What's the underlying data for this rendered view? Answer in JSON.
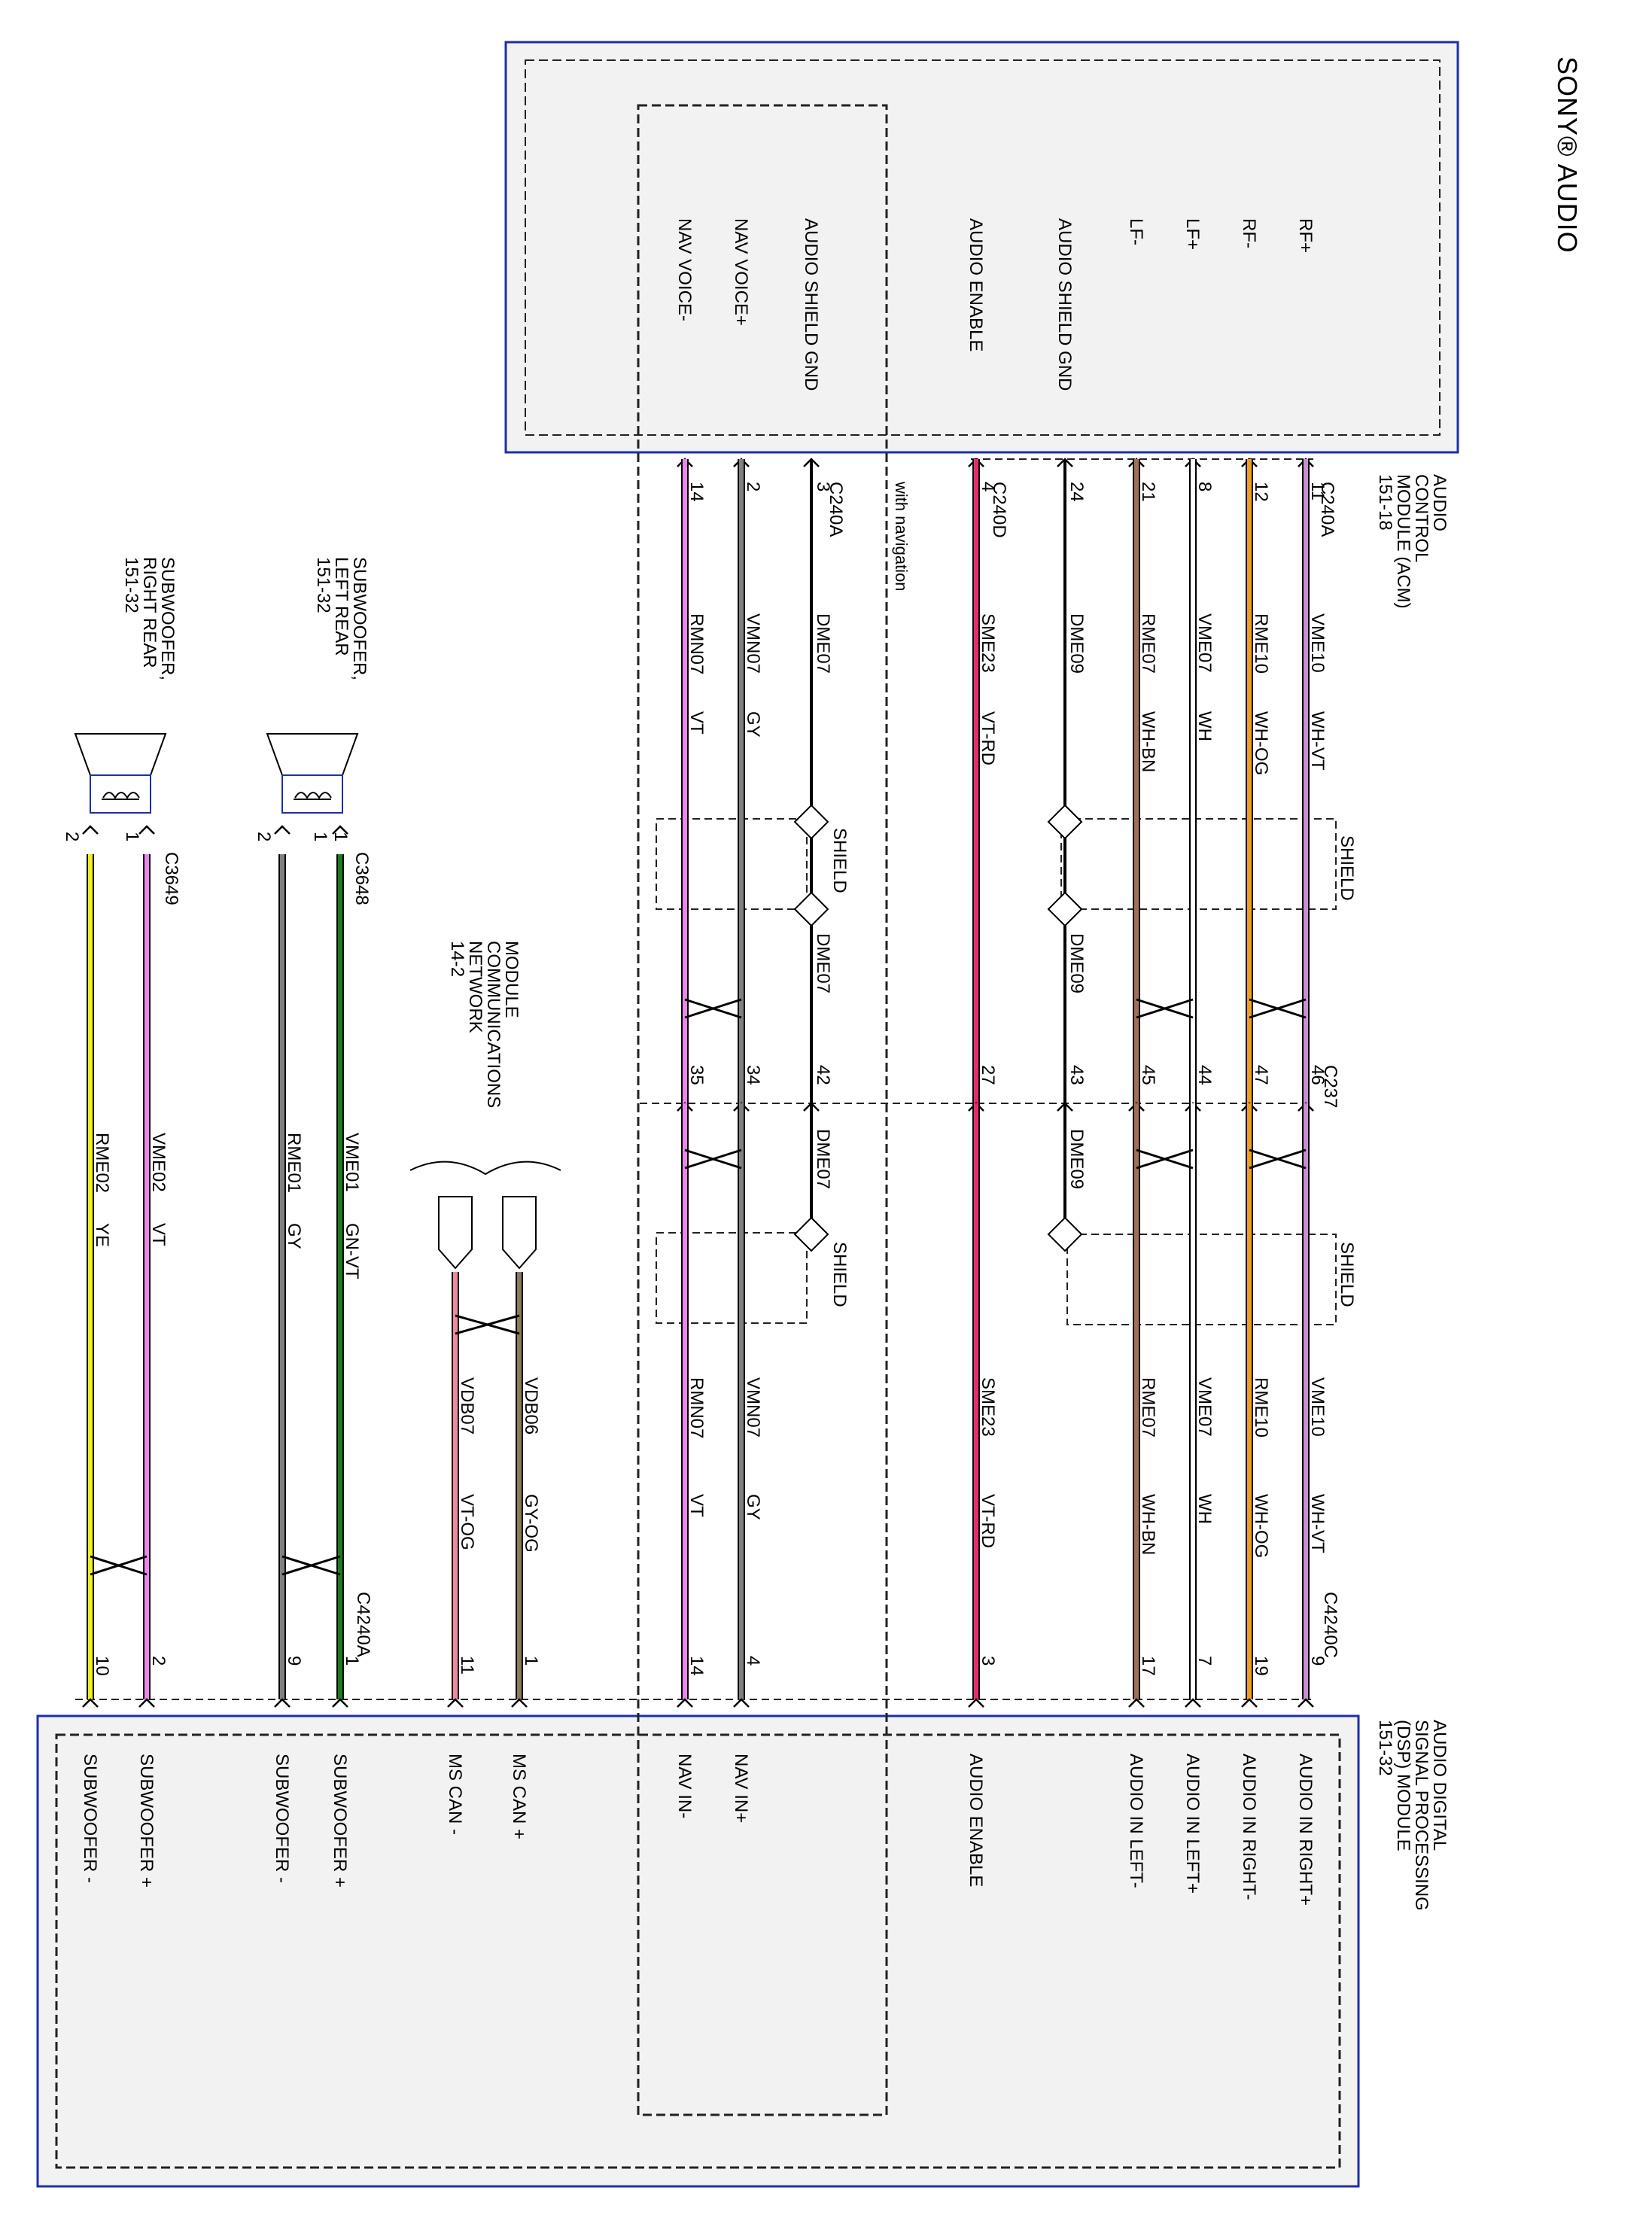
{
  "title": "SONY® AUDIO",
  "acm": {
    "name_lines": [
      "AUDIO",
      "CONTROL",
      "MODULE (ACM)",
      "151-18"
    ],
    "connector_a": "C240A",
    "connector_d": "C240D",
    "with_navigation": "with navigation"
  },
  "dsp": {
    "name_lines": [
      "AUDIO DIGITAL",
      "SIGNAL PROCESSING",
      "(DSP) MODULE",
      "151-32"
    ],
    "connector": "C4240C",
    "sub_connector": "C4240A"
  },
  "inline_connector": "C237",
  "shield_label": "SHIELD",
  "network": {
    "name_lines": [
      "MODULE",
      "COMMUNICATIONS",
      "NETWORK",
      "14-2"
    ]
  },
  "speakers": [
    {
      "name_lines": [
        "SUBWOOFER,",
        "LEFT REAR",
        "151-32"
      ],
      "connector": "C3648",
      "pin_a": "1",
      "pin_b": "1",
      "pin_c": "2"
    },
    {
      "name_lines": [
        "SUBWOOFER,",
        "RIGHT REAR",
        "151-32"
      ],
      "connector": "C3649",
      "pin_a": "1",
      "pin_b": "1",
      "pin_c": "2"
    }
  ],
  "wires": [
    {
      "acm_label": "RF+",
      "acm_pin": "11",
      "circuit1": "VME10",
      "color1": "WH-VT",
      "c237_pin": "46",
      "circuit2": "VME10",
      "color2": "WH-VT",
      "dsp_pin": "9",
      "dsp_label": "AUDIO IN RIGHT+",
      "hex": "#c890d0"
    },
    {
      "acm_label": "RF-",
      "acm_pin": "12",
      "circuit1": "RME10",
      "color1": "WH-OG",
      "c237_pin": "47",
      "circuit2": "RME10",
      "color2": "WH-OG",
      "dsp_pin": "19",
      "dsp_label": "AUDIO IN RIGHT-",
      "hex": "#f0a020"
    },
    {
      "acm_label": "LF+",
      "acm_pin": "8",
      "circuit1": "VME07",
      "color1": "WH",
      "c237_pin": "44",
      "circuit2": "VME07",
      "color2": "WH",
      "dsp_pin": "7",
      "dsp_label": "AUDIO IN LEFT+",
      "hex": "#ffffff"
    },
    {
      "acm_label": "LF-",
      "acm_pin": "21",
      "circuit1": "RME07",
      "color1": "WH-BN",
      "c237_pin": "45",
      "circuit2": "RME07",
      "color2": "WH-BN",
      "dsp_pin": "17",
      "dsp_label": "AUDIO IN LEFT-",
      "hex": "#a0705a"
    },
    {
      "acm_label": "AUDIO SHIELD GND",
      "acm_pin": "24",
      "circuit1": "DME09",
      "color1": "",
      "c237_pin": "43",
      "circuit2": "DME09",
      "color2": "",
      "dsp_pin": "",
      "dsp_label": "",
      "hex": "#000000"
    },
    {
      "acm_label": "AUDIO ENABLE",
      "acm_pin": "4",
      "circuit1": "SME23",
      "color1": "VT-RD",
      "c237_pin": "27",
      "circuit2": "SME23",
      "color2": "VT-RD",
      "dsp_pin": "3",
      "dsp_label": "AUDIO ENABLE",
      "hex": "#e0306a"
    },
    {
      "acm_label": "AUDIO SHIELD GND",
      "acm_pin": "3",
      "circuit1": "DME07",
      "color1": "",
      "c237_pin": "42",
      "circuit2": "DME07",
      "color2": "",
      "dsp_pin": "",
      "dsp_label": "",
      "hex": "#000000"
    },
    {
      "acm_label": "NAV VOICE+",
      "acm_pin": "2",
      "circuit1": "VMN07",
      "color1": "GY",
      "c237_pin": "34",
      "circuit2": "VMN07",
      "color2": "GY",
      "dsp_pin": "4",
      "dsp_label": "NAV IN+",
      "hex": "#808080"
    },
    {
      "acm_label": "NAV VOICE-",
      "acm_pin": "14",
      "circuit1": "RMN07",
      "color1": "VT",
      "c237_pin": "35",
      "circuit2": "RMN07",
      "color2": "VT",
      "dsp_pin": "14",
      "dsp_label": "NAV IN-",
      "hex": "#e888e8"
    }
  ],
  "can": [
    {
      "circuit": "VDB06",
      "color": "GY-OG",
      "dsp_pin": "1",
      "dsp_label": "MS CAN +",
      "hex": "#8a7a55"
    },
    {
      "circuit": "VDB07",
      "color": "VT-OG",
      "dsp_pin": "11",
      "dsp_label": "MS CAN -",
      "hex": "#f08aa0"
    }
  ],
  "subs": [
    {
      "circuit": "VME01",
      "color": "GN-VT",
      "dsp_pin": "1",
      "dsp_label": "SUBWOOFER +",
      "hex": "#1e7a1e"
    },
    {
      "circuit": "RME01",
      "color": "GY",
      "dsp_pin": "9",
      "dsp_label": "SUBWOOFER -",
      "hex": "#808080"
    },
    {
      "circuit": "VME02",
      "color": "VT",
      "dsp_pin": "2",
      "dsp_label": "SUBWOOFER +",
      "hex": "#e888e8"
    },
    {
      "circuit": "RME02",
      "color": "YE",
      "dsp_pin": "10",
      "dsp_label": "SUBWOOFER -",
      "hex": "#f0f020"
    }
  ]
}
